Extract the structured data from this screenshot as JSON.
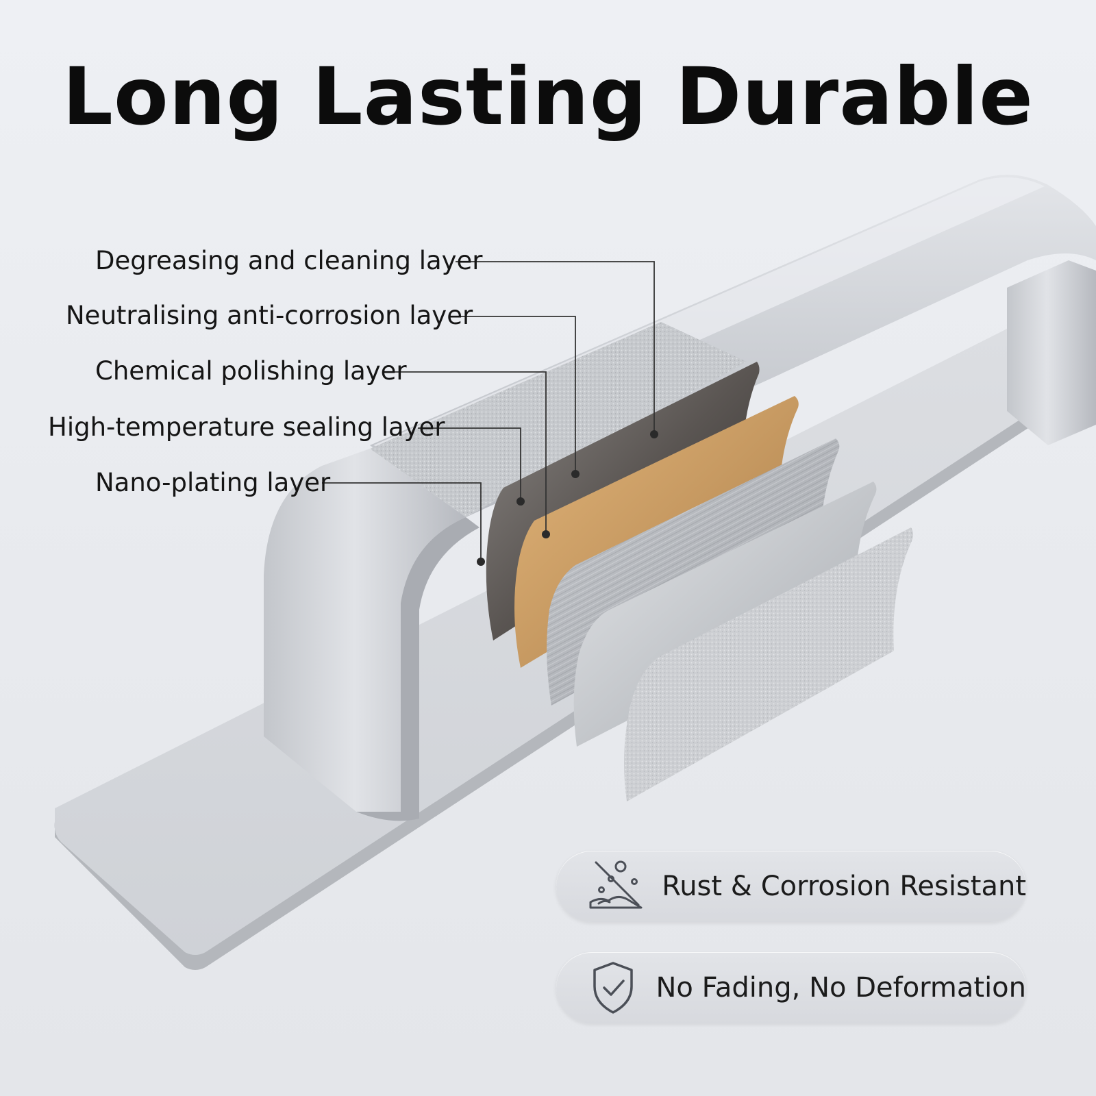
{
  "title": "Long Lasting Durable",
  "layers": [
    {
      "label": "Degreasing and cleaning layer"
    },
    {
      "label": "Neutralising anti-corrosion layer"
    },
    {
      "label": "Chemical polishing layer"
    },
    {
      "label": "High-temperature sealing layer"
    },
    {
      "label": "Nano-plating layer"
    }
  ],
  "features": [
    {
      "label": "Rust & Corrosion Resistant",
      "icon": "rust-corrosion-icon"
    },
    {
      "label": "No Fading, No Deformation",
      "icon": "shield-check-icon"
    }
  ],
  "colors": {
    "background": "#eceef2",
    "title": "#0c0c0c",
    "aluminum": "#c8cbd0",
    "bronze_layer": "#c79a62",
    "dark_layer": "#3a3736"
  }
}
